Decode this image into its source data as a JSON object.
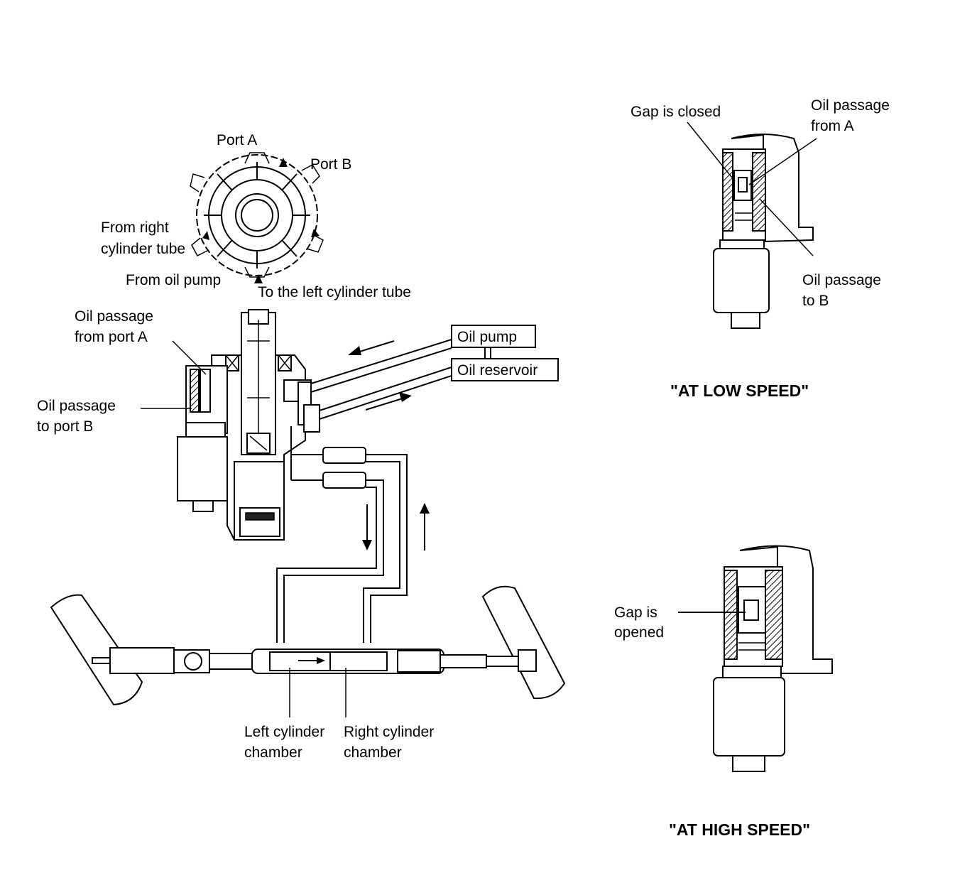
{
  "main_diagram": {
    "rotary_valve": {
      "port_a": "Port A",
      "port_b": "Port B",
      "from_right_cylinder_tube": [
        "From right",
        "cylinder tube"
      ],
      "from_oil_pump": "From oil pump",
      "to_left_cylinder_tube": "To the left cylinder tube"
    },
    "gear_box": {
      "oil_passage_from_port_a": [
        "Oil passage",
        "from port A"
      ],
      "oil_passage_to_port_b": [
        "Oil passage",
        "to port B"
      ],
      "oil_pump": "Oil pump",
      "oil_reservoir": "Oil reservoir"
    },
    "rack": {
      "left_cylinder_chamber": [
        "Left cylinder",
        "chamber"
      ],
      "right_cylinder_chamber": [
        "Right cylinder",
        "chamber"
      ]
    }
  },
  "low_speed_view": {
    "gap_is_closed": "Gap is closed",
    "oil_passage_from_a": [
      "Oil passage",
      "from A"
    ],
    "oil_passage_to_b": [
      "Oil passage",
      "to B"
    ],
    "caption": "\"AT LOW SPEED\""
  },
  "high_speed_view": {
    "gap_is_opened": [
      "Gap is",
      "opened"
    ],
    "caption": "\"AT HIGH SPEED\""
  }
}
